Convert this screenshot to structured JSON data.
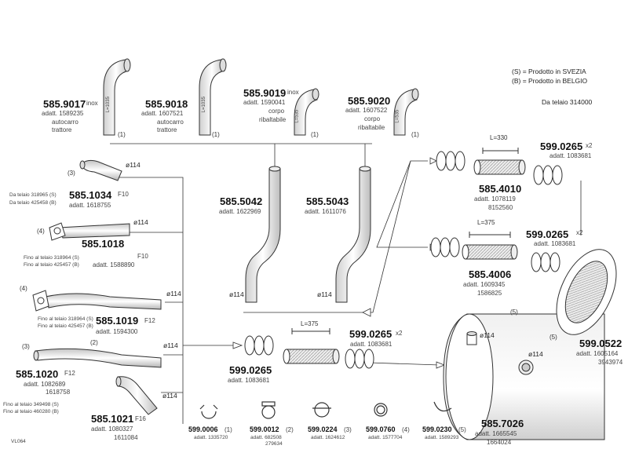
{
  "legend": {
    "sweden": "(S) = Prodotto in SVEZIA",
    "belgium": "(B) = Prodotto in BELGIO",
    "frame_from": "Da telaio 314000"
  },
  "stacks": [
    {
      "code": "585.9017",
      "note": "inox",
      "adatt": "adatt. 1589235",
      "desc1": "autocarro",
      "desc2": "trattore",
      "length": "L=1035",
      "qty": "(1)"
    },
    {
      "code": "585.9018",
      "note": "",
      "adatt": "adatt. 1607521",
      "desc1": "autocarro",
      "desc2": "trattore",
      "length": "L=1035",
      "qty": "(1)"
    },
    {
      "code": "585.9019",
      "note": "inox",
      "adatt": "adatt. 1590041",
      "desc1": "corpo",
      "desc2": "ribaltabile",
      "length": "L=535",
      "qty": "(1)"
    },
    {
      "code": "585.9020",
      "note": "",
      "adatt": "adatt. 1607522",
      "desc1": "corpo",
      "desc2": "ribaltabile",
      "length": "L=535",
      "qty": "(1)"
    }
  ],
  "bends": [
    {
      "code": "585.5042",
      "adatt": "adatt. 1622969",
      "dia": "ø114"
    },
    {
      "code": "585.5043",
      "adatt": "adatt. 1611076",
      "dia": "ø114"
    }
  ],
  "left_pipes": [
    {
      "code": "585.1034",
      "suffix": "F10",
      "adatt": "adatt. 1618755",
      "qty": "(3)",
      "dia": "ø114",
      "frame1": "Da telaio 318965 (S)",
      "frame2": "Da telaio 425458 (B)"
    },
    {
      "code": "585.1018",
      "suffix": "F10",
      "adatt": "adatt. 1588890",
      "qty": "(4)",
      "dia": "ø114",
      "frame1": "Fino al telaio 318964 (S)",
      "frame2": "Fino al telaio 425457 (B)"
    },
    {
      "code": "585.1019",
      "suffix": "F12",
      "adatt": "adatt. 1594300",
      "qty": "(4)",
      "dia": "ø114",
      "frame1": "Fino al telaio 318964 (S)",
      "frame2": "Fino al telaio 425457 (B)"
    },
    {
      "code": "585.1020",
      "suffix": "F12",
      "adatt": "adatt. 1082689",
      "adatt2": "1618758",
      "qty": "(3)",
      "qty2": "(2)",
      "dia": "ø114",
      "frame1": "Fino al telaio 349498 (S)",
      "frame2": "Fino al telaio 460280 (B)"
    },
    {
      "code": "585.1021",
      "suffix": "F16",
      "adatt": "adatt. 1080327",
      "adatt2": "1611084",
      "dia": "ø114"
    }
  ],
  "flex": [
    {
      "code": "585.4010",
      "adatt": "adatt. 1078119",
      "adatt2": "8152560",
      "length": "L=330"
    },
    {
      "code": "585.4006",
      "adatt": "adatt. 1609345",
      "adatt2": "1586825",
      "length": "L=375"
    },
    {
      "length": "L=375"
    }
  ],
  "clamps_x2": [
    {
      "code": "599.0265",
      "mult": "x2",
      "adatt": "adatt. 1083681"
    },
    {
      "code": "599.0265",
      "mult": "x2",
      "adatt": "adatt. 1083681"
    },
    {
      "code": "599.0265",
      "mult": "x2",
      "adatt": "adatt. 1083681"
    }
  ],
  "clamp_single": {
    "code": "599.0265",
    "adatt": "adatt. 1083681"
  },
  "muffler": {
    "code": "585.7026",
    "adatt": "adatt. 1665545",
    "adatt2": "1664024",
    "dia": "ø114",
    "dia2": "ø114",
    "qty_a": "(5)",
    "qty_b": "(5)"
  },
  "grille": {
    "code": "599.0522",
    "adatt": "adatt. 1605164",
    "adatt2": "3943974"
  },
  "small_parts": [
    {
      "code": "599.0006",
      "qty": "(1)",
      "adatt": "adatt. 1335720",
      "adatt2": ""
    },
    {
      "code": "599.0012",
      "qty": "(2)",
      "adatt": "adatt. 682508",
      "adatt2": "279634"
    },
    {
      "code": "599.0224",
      "qty": "(3)",
      "adatt": "adatt. 1624612",
      "adatt2": ""
    },
    {
      "code": "599.0760",
      "qty": "(4)",
      "adatt": "adatt. 1577704",
      "adatt2": ""
    },
    {
      "code": "599.0230",
      "qty": "(5)",
      "adatt": "adatt. 1589293",
      "adatt2": ""
    }
  ],
  "footer_code": "VL064"
}
